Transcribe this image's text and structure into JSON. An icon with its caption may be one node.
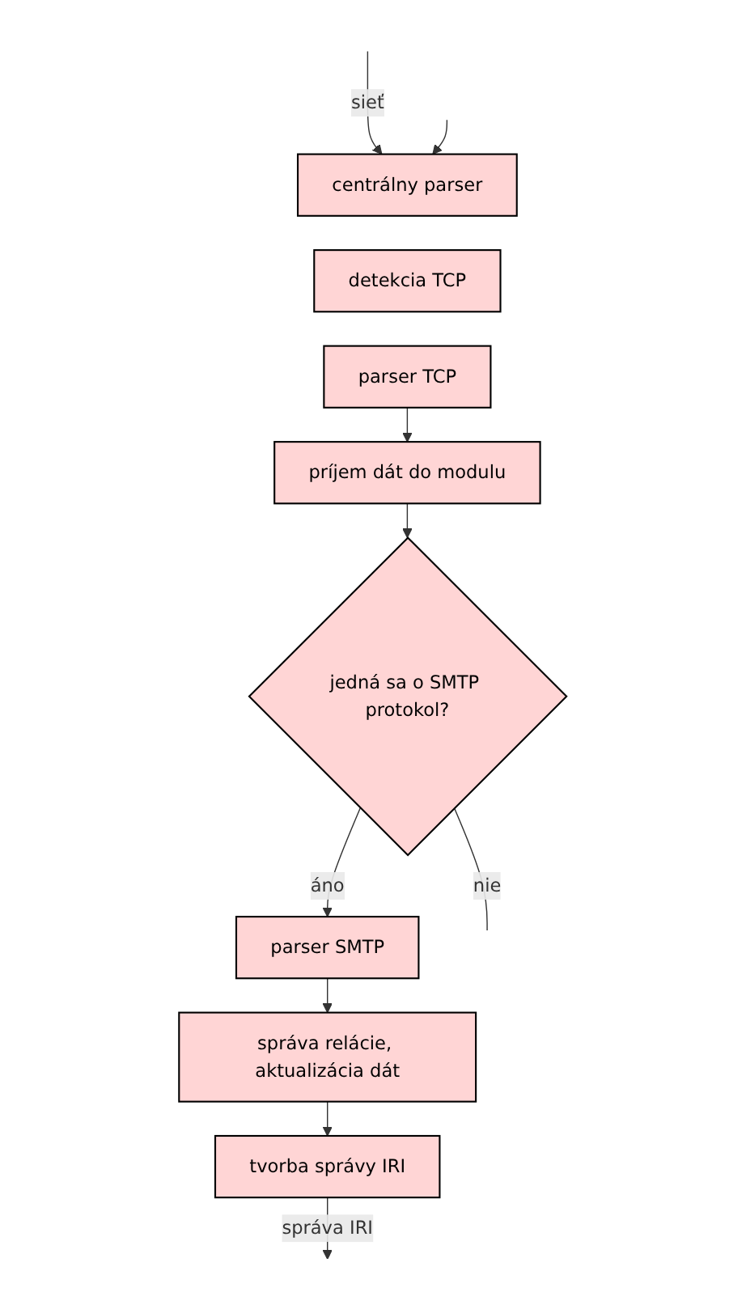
{
  "diagram": {
    "nodes": [
      {
        "text": [
          "centrálny parser"
        ]
      },
      {
        "text": [
          "detekcia TCP"
        ]
      },
      {
        "text": [
          "parser TCP"
        ]
      },
      {
        "text": [
          "príjem dát do modulu"
        ]
      },
      {
        "text": [
          "jedná sa o SMTP protokol?"
        ]
      },
      {
        "text": [
          "parser SMTP"
        ]
      },
      {
        "text": [
          "správa relácie, aktualizácia dát"
        ]
      },
      {
        "text": [
          "tvorba správy IRI"
        ]
      }
    ],
    "edges": [
      {
        "from": null,
        "to": 0,
        "arrow": "to",
        "label": "sieť"
      },
      {
        "from": null,
        "to": 0,
        "arrow": "to"
      },
      {
        "from": 2,
        "to": 3,
        "arrow": "to"
      },
      {
        "from": 3,
        "to": 4,
        "arrow": "to"
      },
      {
        "from": 4,
        "to": null,
        "arrow": "none",
        "label": "nie"
      },
      {
        "from": 4,
        "to": 5,
        "arrow": "to",
        "label": "áno"
      },
      {
        "from": 5,
        "to": 6,
        "arrow": "to"
      },
      {
        "from": 6,
        "to": 7,
        "arrow": "to"
      },
      {
        "from": 7,
        "to": null,
        "arrow": "to",
        "label": "správa IRI"
      }
    ]
  }
}
